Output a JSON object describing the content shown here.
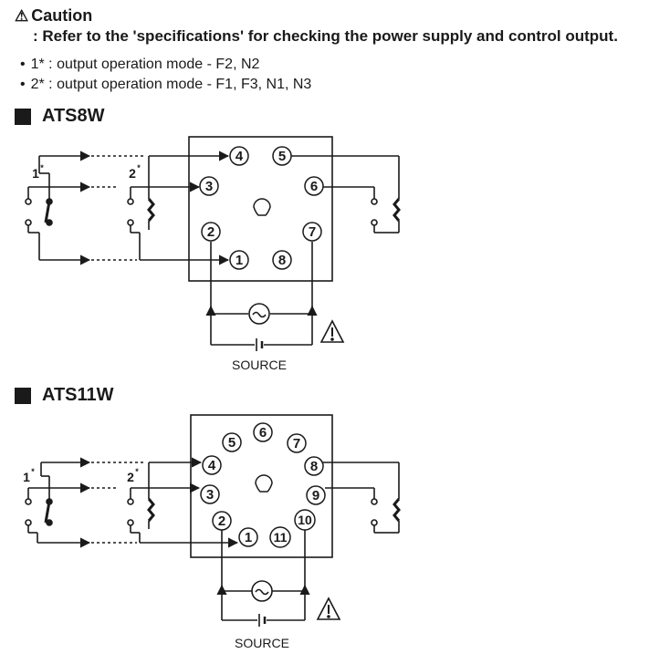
{
  "caution": {
    "icon": "warning-triangle-icon",
    "title": "Caution",
    "text": ": Refer to the 'specifications' for checking the power supply and control output."
  },
  "notes": [
    "1* : output operation mode - F2, N2",
    "2* : output operation mode - F1, F3, N1, N3"
  ],
  "ats8w": {
    "title": "ATS8W",
    "pins": [
      "1",
      "2",
      "3",
      "4",
      "5",
      "6",
      "7",
      "8"
    ],
    "input_labels": [
      "1",
      "2"
    ],
    "source_label": "SOURCE"
  },
  "ats11w": {
    "title": "ATS11W",
    "pins": [
      "1",
      "2",
      "3",
      "4",
      "5",
      "6",
      "7",
      "8",
      "9",
      "10",
      "11"
    ],
    "input_labels": [
      "1",
      "2"
    ],
    "source_label": "SOURCE"
  }
}
